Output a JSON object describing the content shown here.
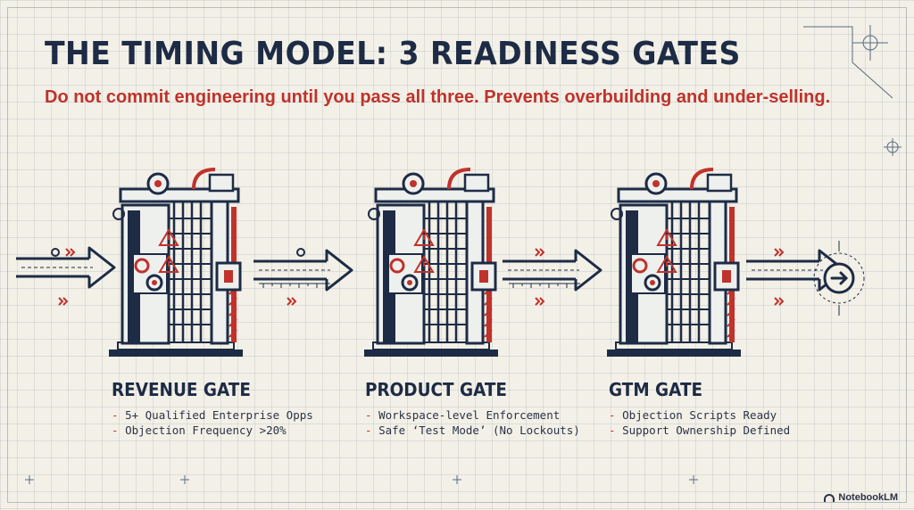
{
  "title": "THE TIMING MODEL: 3 READINESS GATES",
  "subtitle": "Do not commit engineering until you pass all three. Prevents overbuilding and under-selling.",
  "gates": [
    {
      "name": "REVENUE GATE",
      "items": [
        "5+ Qualified Enterprise Opps",
        "Objection Frequency >20%"
      ]
    },
    {
      "name": "PRODUCT GATE",
      "items": [
        "Workspace-level Enforcement",
        "Safe ‘Test Mode’ (No Lockouts)"
      ]
    },
    {
      "name": "GTM GATE",
      "items": [
        "Objection Scripts Ready",
        "Support Ownership Defined"
      ]
    }
  ],
  "bullet_marker": "-",
  "logo": "NotebookLM",
  "colors": {
    "navy": "#1d2b45",
    "red": "#c0322b",
    "paper": "#f3f0e7"
  }
}
